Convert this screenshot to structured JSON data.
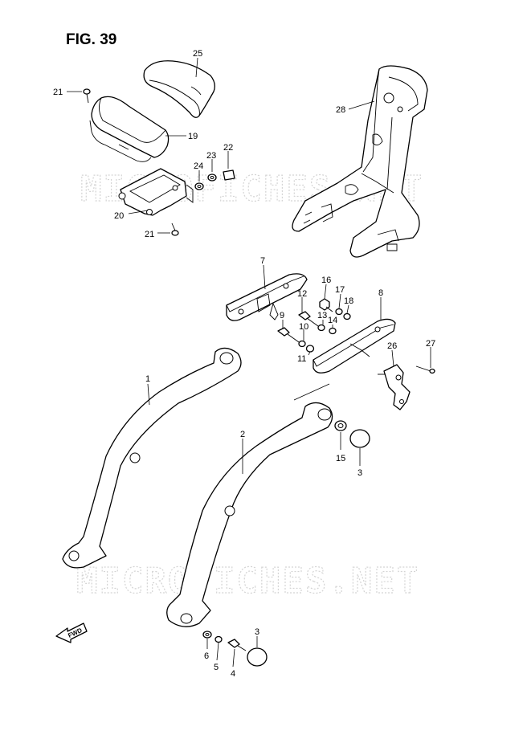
{
  "figure": {
    "title": "FIG. 39",
    "watermark": "MICROFICHES.NET",
    "fwd_label": "FWD"
  },
  "callouts": [
    {
      "id": "c25",
      "label": "25"
    },
    {
      "id": "c21a",
      "label": "21"
    },
    {
      "id": "c19",
      "label": "19"
    },
    {
      "id": "c23",
      "label": "23"
    },
    {
      "id": "c22",
      "label": "22"
    },
    {
      "id": "c24",
      "label": "24"
    },
    {
      "id": "c20",
      "label": "20"
    },
    {
      "id": "c21b",
      "label": "21"
    },
    {
      "id": "c28",
      "label": "28"
    },
    {
      "id": "c7",
      "label": "7"
    },
    {
      "id": "c16",
      "label": "16"
    },
    {
      "id": "c17",
      "label": "17"
    },
    {
      "id": "c18",
      "label": "18"
    },
    {
      "id": "c8",
      "label": "8"
    },
    {
      "id": "c12",
      "label": "12"
    },
    {
      "id": "c13",
      "label": "13"
    },
    {
      "id": "c14",
      "label": "14"
    },
    {
      "id": "c9",
      "label": "9"
    },
    {
      "id": "c10",
      "label": "10"
    },
    {
      "id": "c11",
      "label": "11"
    },
    {
      "id": "c26",
      "label": "26"
    },
    {
      "id": "c27",
      "label": "27"
    },
    {
      "id": "c1",
      "label": "1"
    },
    {
      "id": "c2",
      "label": "2"
    },
    {
      "id": "c15",
      "label": "15"
    },
    {
      "id": "c3a",
      "label": "3"
    },
    {
      "id": "c3b",
      "label": "3"
    },
    {
      "id": "c6",
      "label": "6"
    },
    {
      "id": "c5",
      "label": "5"
    },
    {
      "id": "c4",
      "label": "4"
    }
  ]
}
